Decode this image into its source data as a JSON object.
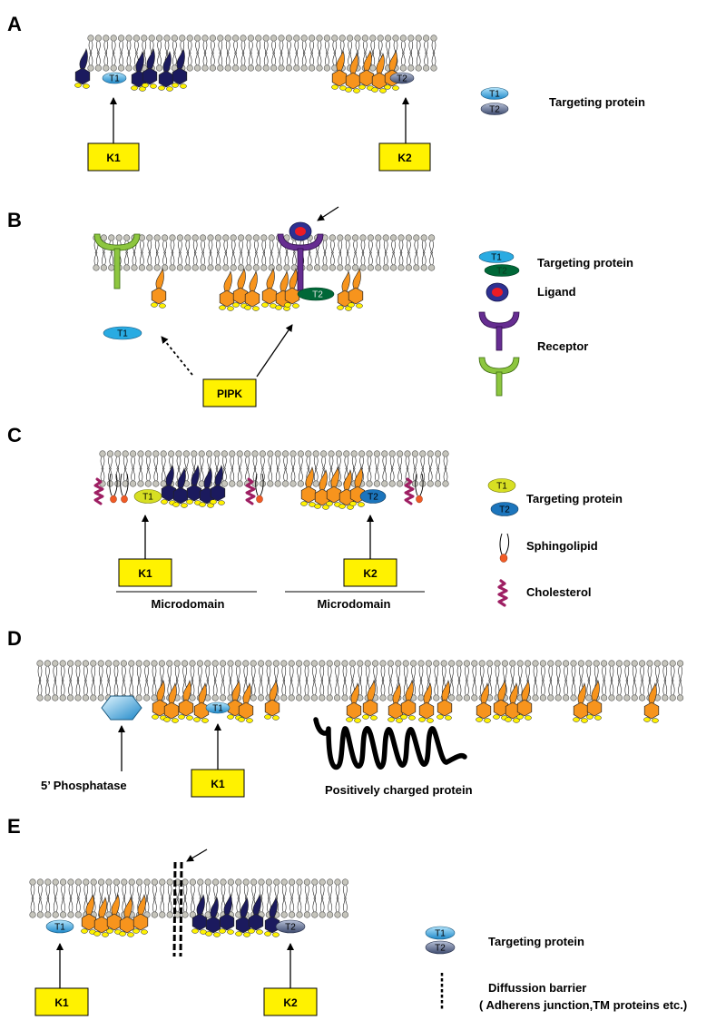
{
  "panels": {
    "A": {
      "letter": "A",
      "kinase_labels": [
        "K1",
        "K2"
      ],
      "membrane_labels": [
        "T1",
        "T2"
      ],
      "legend": {
        "t1": "T1",
        "t2": "T2",
        "text": "Targeting protein"
      }
    },
    "B": {
      "letter": "B",
      "kinase_label": "PIPK",
      "membrane_labels": [
        "T1",
        "T2"
      ],
      "legend": {
        "t1": "T1",
        "t2": "T2",
        "targeting": "Targeting protein",
        "ligand": "Ligand",
        "receptor": "Receptor"
      }
    },
    "C": {
      "letter": "C",
      "kinase_labels": [
        "K1",
        "K2"
      ],
      "membrane_labels": [
        "T1",
        "T2"
      ],
      "microdomain_labels": [
        "Microdomain",
        "Microdomain"
      ],
      "legend": {
        "t1": "T1",
        "t2": "T2",
        "targeting": "Targeting protein",
        "sphingolipid": "Sphingolipid",
        "cholesterol": "Cholesterol"
      }
    },
    "D": {
      "letter": "D",
      "kinase_label": "K1",
      "membrane_label": "T1",
      "phosphatase": "5’ Phosphatase",
      "positive_protein": "Positively charged protein"
    },
    "E": {
      "letter": "E",
      "kinase_labels": [
        "K1",
        "K2"
      ],
      "membrane_labels": [
        "T1",
        "T2"
      ],
      "legend": {
        "t1": "T1",
        "t2": "T2",
        "targeting": "Targeting protein",
        "barrier": "Diffussion barrier",
        "barrier_note": "( Adherens junction,TM proteins etc.)"
      }
    }
  },
  "colors": {
    "head": "#c6c5bc",
    "box": "#fff200",
    "pip_orange": "#f7941d",
    "pip_navy": "#1b1a5e",
    "pip_tail": "#fff200",
    "t1": "#29abe2",
    "t2_gray": "#5b6c8f",
    "t2_green": "#006838",
    "t1_yellow": "#d7df23",
    "t2_blue": "#1c75bc",
    "receptor_purple": "#662d91",
    "receptor_green": "#8dc63f",
    "ligand_red": "#ed1c24",
    "ligand_blue": "#2e3192",
    "cholesterol": "#9e1f63",
    "sphingo_head": "#f15a24",
    "phosphatase": "#6dcff6"
  }
}
